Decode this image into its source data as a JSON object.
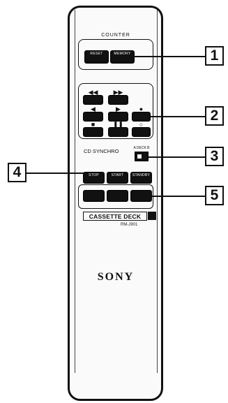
{
  "remote": {
    "counter_label": "COUNTER",
    "counter_buttons": [
      "RESET",
      "MEMORY"
    ],
    "transport_rows": [
      [
        {
          "icon": "◀◀",
          "name": "rewind"
        },
        {
          "icon": "▶▶",
          "name": "fast-forward"
        }
      ],
      [
        {
          "icon": "◀",
          "name": "play-reverse"
        },
        {
          "icon": "▶",
          "name": "play-forward"
        },
        {
          "icon": "●",
          "name": "record"
        }
      ],
      [
        {
          "icon": "■",
          "name": "stop"
        },
        {
          "icon": "❚❚",
          "name": "pause"
        },
        {
          "icon": "○",
          "name": "record-mute"
        }
      ]
    ],
    "cd_sync_label": "CD SYNCHRO",
    "deck_switch_label": "A DECK B",
    "cd_sync_buttons": [
      "STOP",
      "START",
      "STANDBY"
    ],
    "row5_button_count": 3,
    "deck_label": "CASSETTE DECK",
    "model_label": "RM-J901",
    "brand": "SONY"
  },
  "callouts": [
    "1",
    "2",
    "3",
    "4",
    "5"
  ]
}
